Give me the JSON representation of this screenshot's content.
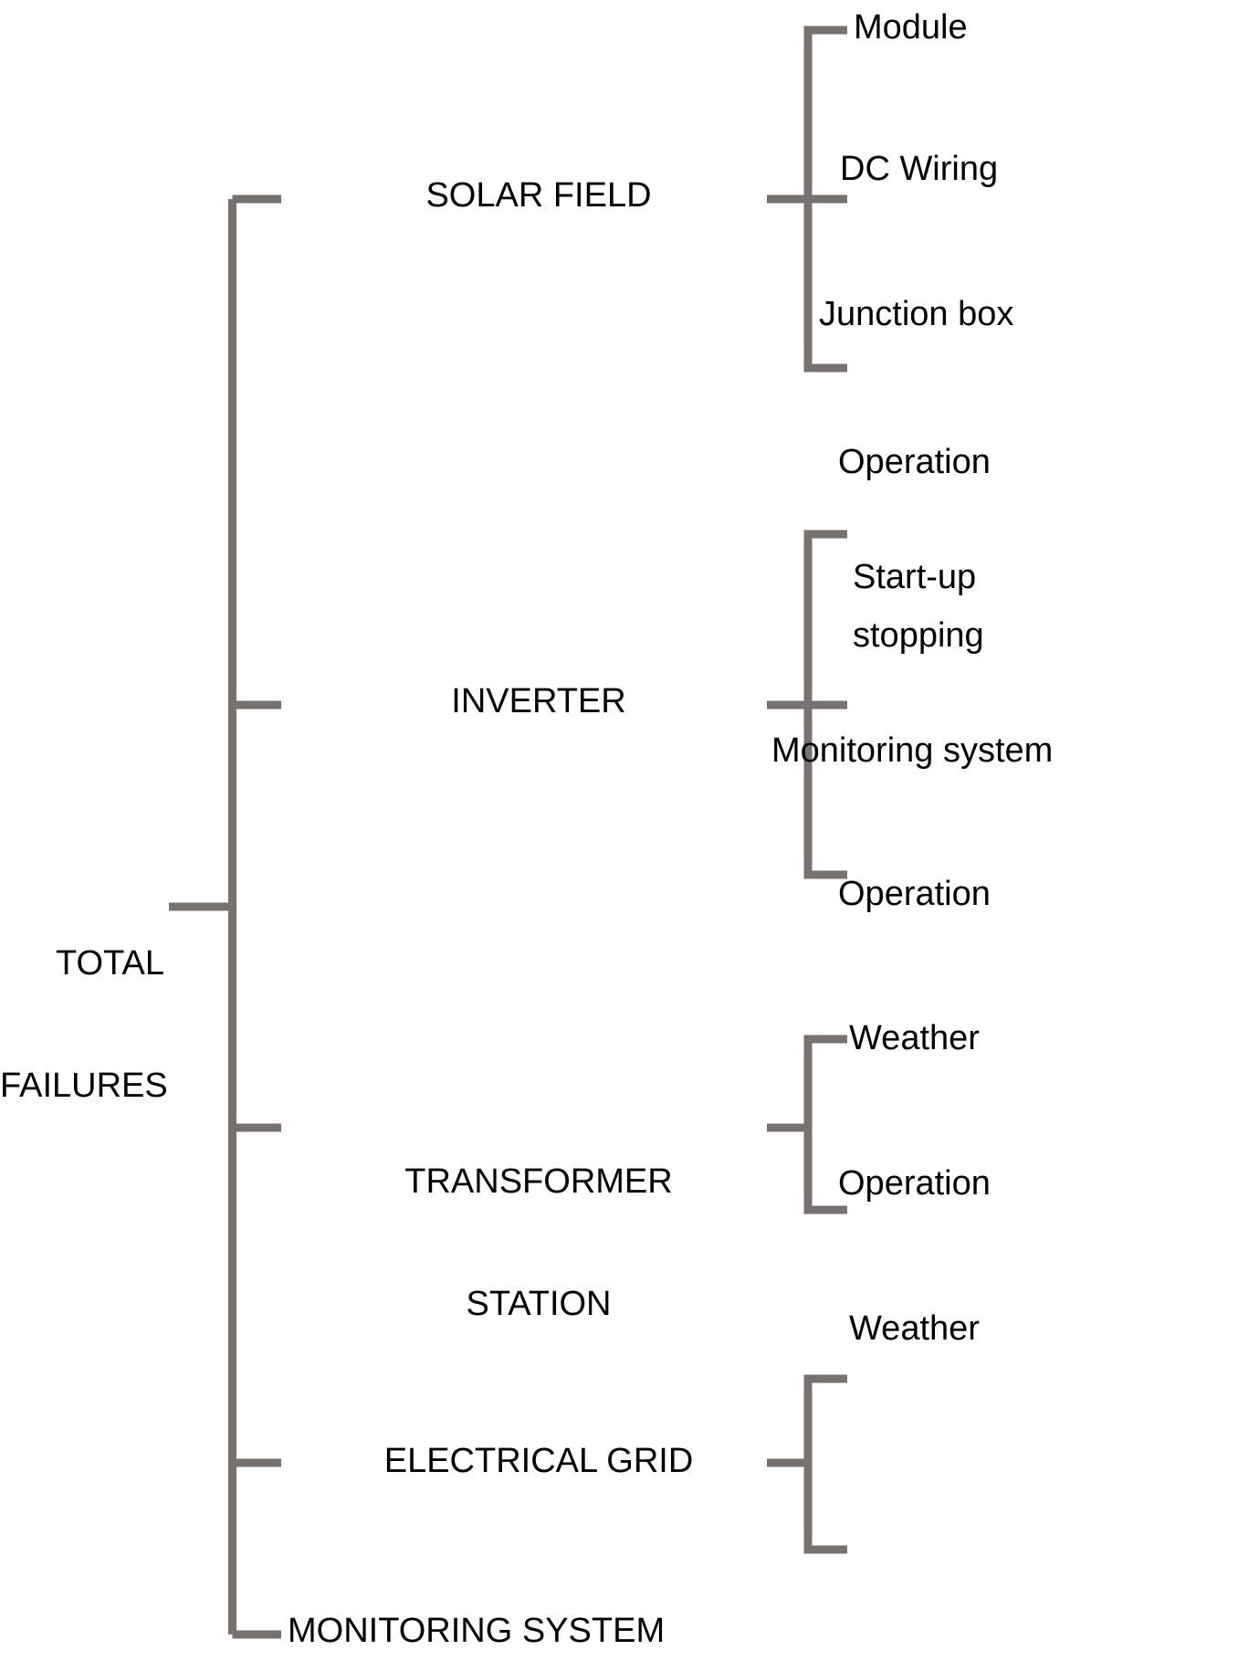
{
  "diagram": {
    "title": "TOTAL FAILURES",
    "root": {
      "label": "TOTAL FAILURES",
      "line1": "TOTAL",
      "line2": "FAILURES"
    },
    "branches": [
      {
        "id": "solar-field",
        "label": "SOLAR FIELD",
        "children": [
          {
            "id": "module",
            "label": "Module"
          },
          {
            "id": "dc-wiring",
            "label": "DC Wiring"
          },
          {
            "id": "junction-box",
            "label": "Junction box"
          }
        ]
      },
      {
        "id": "inverter",
        "label": "INVERTER",
        "children": [
          {
            "id": "inverter-operation",
            "label": "Operation"
          },
          {
            "id": "inverter-startup",
            "label": "Start-up"
          },
          {
            "id": "inverter-stopping",
            "label": "stopping"
          },
          {
            "id": "inverter-monitoring-system",
            "label": "Monitoring system"
          }
        ]
      },
      {
        "id": "transformer-station",
        "label": "TRANSFORMER STATION",
        "line1": "TRANSFORMER",
        "line2": "STATION",
        "children": [
          {
            "id": "transformer-operation",
            "label": "Operation"
          },
          {
            "id": "transformer-weather",
            "label": "Weather"
          }
        ]
      },
      {
        "id": "electrical-grid",
        "label": "ELECTRICAL GRID",
        "children": [
          {
            "id": "grid-operation",
            "label": "Operation"
          },
          {
            "id": "grid-weather",
            "label": "Weather"
          }
        ]
      },
      {
        "id": "monitoring-system",
        "label": "MONITORING SYSTEM",
        "children": []
      }
    ],
    "colors": {
      "line": "#77716F",
      "text": "#000000",
      "background": "#ffffff"
    }
  }
}
